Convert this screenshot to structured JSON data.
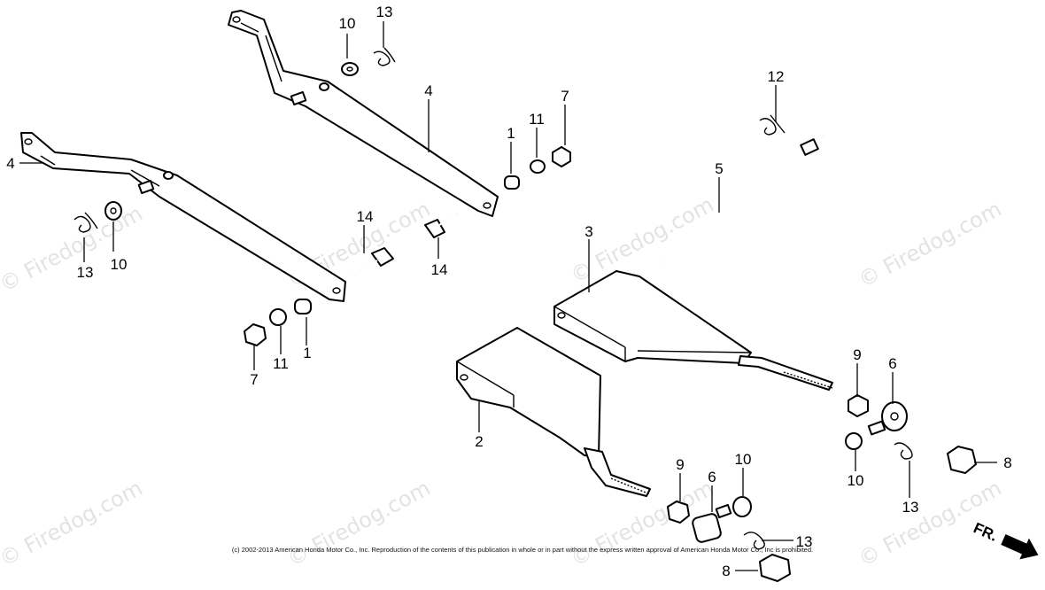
{
  "watermark": "© Firedog.com",
  "copyright": "(c) 2002-2013 American Honda Motor Co., Inc. Reproduction of the contents of this publication in whole or in part without the express written approval of American Honda Motor Co., Inc is prohibited.",
  "direction_label": "FR.",
  "callouts": {
    "p1a": "1",
    "p1b": "1",
    "p2": "2",
    "p3": "3",
    "p4a": "4",
    "p4b": "4",
    "p5": "5",
    "p6a": "6",
    "p6b": "6",
    "p7a": "7",
    "p7b": "7",
    "p8a": "8",
    "p8b": "8",
    "p9a": "9",
    "p9b": "9",
    "p10a": "10",
    "p10b": "10",
    "p10c": "10",
    "p10d": "10",
    "p11a": "11",
    "p11b": "11",
    "p12": "12",
    "p13a": "13",
    "p13b": "13",
    "p13c": "13",
    "p13d": "13",
    "p14a": "14",
    "p14b": "14"
  }
}
